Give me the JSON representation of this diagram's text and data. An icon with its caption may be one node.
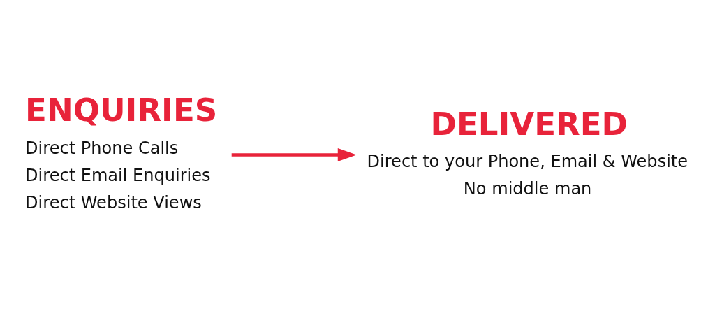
{
  "diagram": {
    "nodes": [
      {
        "text": [
          "ENQUIRIES"
        ],
        "beside": [
          "Direct Phone Calls",
          "Direct Email Enquiries",
          "Direct Website Views"
        ]
      },
      {
        "text": [
          "DELIVERED"
        ],
        "beside": [
          "Direct to your Phone, Email & Website",
          "No middle man"
        ]
      }
    ],
    "edges": [
      {
        "from": 0,
        "to": 1,
        "arrow": "to"
      }
    ]
  }
}
